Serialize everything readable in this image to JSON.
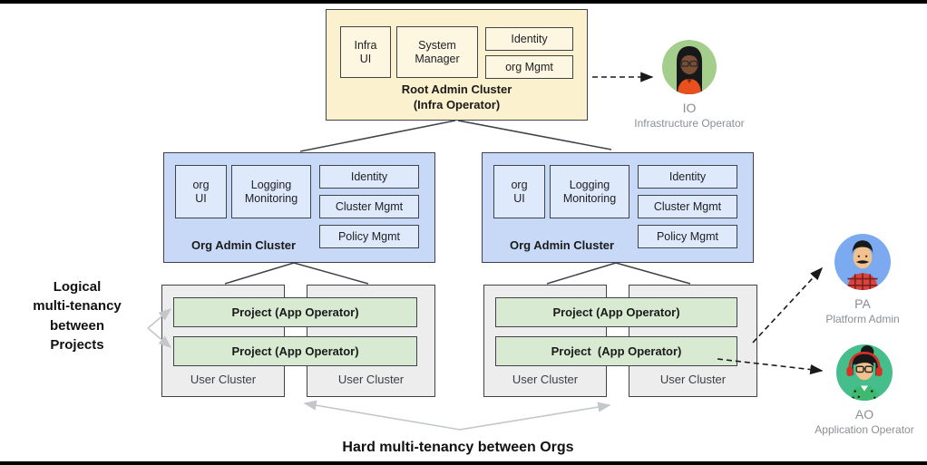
{
  "root_cluster": {
    "title": "Root Admin Cluster\n(Infra Operator)",
    "components": {
      "infra_ui": "Infra\nUI",
      "system_manager": "System\nManager",
      "identity": "Identity",
      "org_mgmt": "org Mgmt"
    }
  },
  "org_clusters": [
    {
      "title": "Org Admin Cluster",
      "components": {
        "org_ui": "org\nUI",
        "logging_monitoring": "Logging\nMonitoring",
        "identity": "Identity",
        "cluster_mgmt": "Cluster Mgmt",
        "policy_mgmt": "Policy Mgmt"
      }
    },
    {
      "title": "Org Admin Cluster",
      "components": {
        "org_ui": "org\nUI",
        "logging_monitoring": "Logging\nMonitoring",
        "identity": "Identity",
        "cluster_mgmt": "Cluster Mgmt",
        "policy_mgmt": "Policy Mgmt"
      }
    }
  ],
  "org_groups": [
    {
      "projects": [
        "Project (App Operator)",
        "Project (App Operator)"
      ],
      "user_clusters": [
        "User Cluster",
        "User Cluster"
      ]
    },
    {
      "projects": [
        "Project (App Operator)",
        "Project  (App Operator)"
      ],
      "user_clusters": [
        "User Cluster",
        "User Cluster"
      ]
    }
  ],
  "annotations": {
    "logical_multitenancy": "Logical\nmulti-tenancy\nbetween\nProjects",
    "hard_multitenancy": "Hard multi-tenancy between Orgs"
  },
  "personas": [
    {
      "id": "IO",
      "role": "Infrastructure Operator"
    },
    {
      "id": "PA",
      "role": "Platform Admin"
    },
    {
      "id": "AO",
      "role": "Application Operator"
    }
  ],
  "colors": {
    "root-fill": "#FBF1CF",
    "root-inner-fill": "#FDF6E0",
    "org-fill": "#C7D9F7",
    "org-inner-fill": "#DFE9FC",
    "user-fill": "#EDEDED",
    "project-fill": "#D9EAD3",
    "border-dark": "#3F4349",
    "gray-arrow": "#C3C6CA",
    "persona-label": "#8A8F94",
    "io-circle": "#A5CE8C",
    "pa-circle": "#7CAAF0",
    "ao-circle": "#45BE8B"
  }
}
